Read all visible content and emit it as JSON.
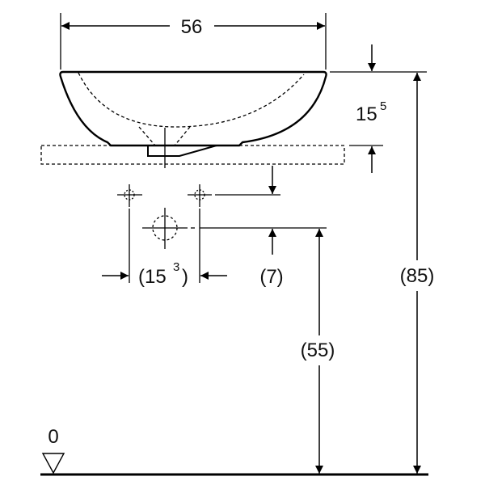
{
  "title": "Washbasin dimension drawing",
  "dimensions": {
    "width": "56",
    "bowl_height_main": "15",
    "bowl_height_sup": "5",
    "tap_spacing_open": "(15",
    "tap_spacing_sup": "3",
    "tap_spacing_close": ")",
    "tap_offset": "(7)",
    "counter_height": "(55)",
    "total_height": "(85)",
    "floor_level": "0"
  }
}
